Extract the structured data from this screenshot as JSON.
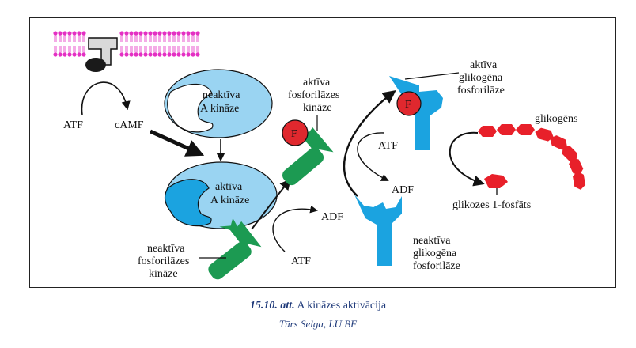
{
  "colors": {
    "kinase_light": "#9ad4f2",
    "kinase_active_inner": "#1ba3e0",
    "phosphorylase": "#1ba3e0",
    "phk": "#1c9a52",
    "phosphate": "#e0282e",
    "glycogen": "#e8202a",
    "membrane": "#e42fc3",
    "caption": "#1f3a7a"
  },
  "labels": {
    "atf_1": "ATF",
    "camf": "cAMF",
    "inactive_pka_1": "neaktīva",
    "inactive_pka_2": "A kināze",
    "active_pka_1": "aktīva",
    "active_pka_2": "A kināze",
    "active_phk_1": "aktīva",
    "active_phk_2": "fosforilāzes",
    "active_phk_3": "kināze",
    "phosphate_1": "F",
    "phosphate_2": "F",
    "adf_1": "ADF",
    "atf_2": "ATF",
    "inactive_phk_1": "neaktīva",
    "inactive_phk_2": "fosforilāzes",
    "inactive_phk_3": "kināze",
    "atf_3": "ATF",
    "adf_2": "ADF",
    "active_gp_1": "aktīva",
    "active_gp_2": "glikogēna",
    "active_gp_3": "fosforilāze",
    "inactive_gp_1": "neaktīva",
    "inactive_gp_2": "glikogēna",
    "inactive_gp_3": "fosforilāze",
    "glycogen": "glikogēns",
    "g1p": "glikozes 1-fosfāts"
  },
  "caption": {
    "number": "15.10. att.",
    "title": "A kināzes aktivācija",
    "credit": "Tūrs Selga, LU BF"
  }
}
